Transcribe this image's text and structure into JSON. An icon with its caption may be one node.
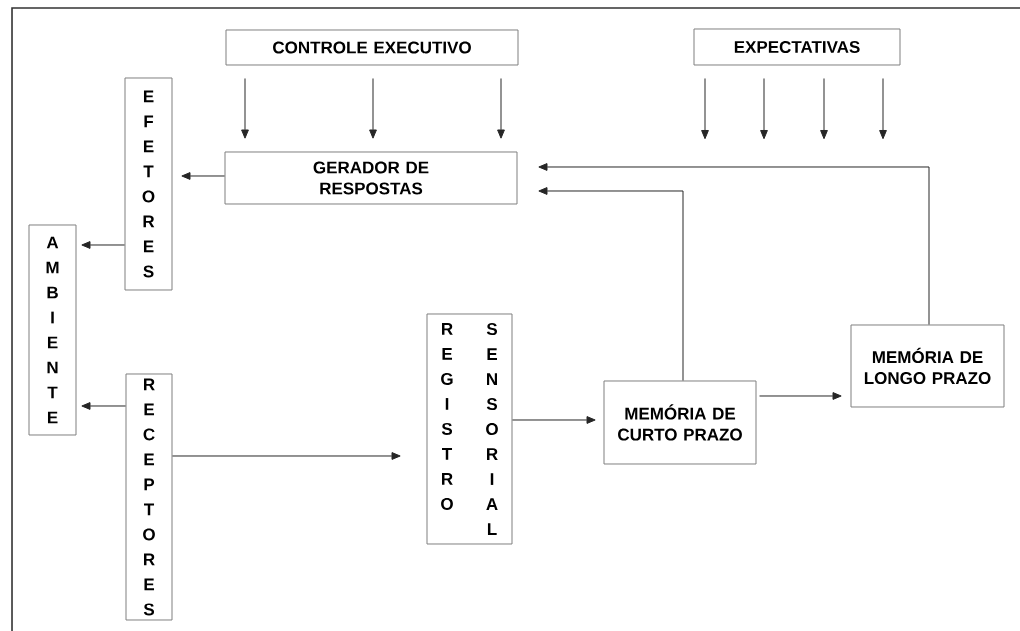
{
  "diagram": {
    "nodes": [
      {
        "text": [
          "CONTROLE EXECUTIVO"
        ]
      },
      {
        "text": [
          "EXPECTATIVAS"
        ]
      },
      {
        "text": [
          "EFETORES"
        ]
      },
      {
        "text": [
          "GERADOR DE RESPOSTAS"
        ]
      },
      {
        "text": [
          "AMBIENTE"
        ]
      },
      {
        "text": [
          "RECEPTORES"
        ]
      },
      {
        "text": [
          "REGISTRO",
          "SENSORIAL"
        ]
      },
      {
        "text": [
          "MEMÓRIA DE CURTO PRAZO"
        ]
      },
      {
        "text": [
          "MEMÓRIA DE LONGO PRAZO"
        ]
      }
    ],
    "edges": [
      {
        "from": 0,
        "to": 3,
        "arrow": "to"
      },
      {
        "from": 0,
        "to": 3,
        "arrow": "to"
      },
      {
        "from": 0,
        "to": 3,
        "arrow": "to"
      },
      {
        "from": 1,
        "to": null,
        "arrow": "to"
      },
      {
        "from": 1,
        "to": null,
        "arrow": "to"
      },
      {
        "from": 1,
        "to": null,
        "arrow": "to"
      },
      {
        "from": 1,
        "to": null,
        "arrow": "to"
      },
      {
        "from": 3,
        "to": 2,
        "arrow": "to"
      },
      {
        "from": 2,
        "to": 4,
        "arrow": "to"
      },
      {
        "from": 5,
        "to": 4,
        "arrow": "to"
      },
      {
        "from": 5,
        "to": 6,
        "arrow": "to"
      },
      {
        "from": 6,
        "to": 7,
        "arrow": "to"
      },
      {
        "from": 7,
        "to": 8,
        "arrow": "to"
      },
      {
        "from": 7,
        "to": 3,
        "arrow": "to"
      },
      {
        "from": 8,
        "to": 3,
        "arrow": "to"
      }
    ]
  }
}
